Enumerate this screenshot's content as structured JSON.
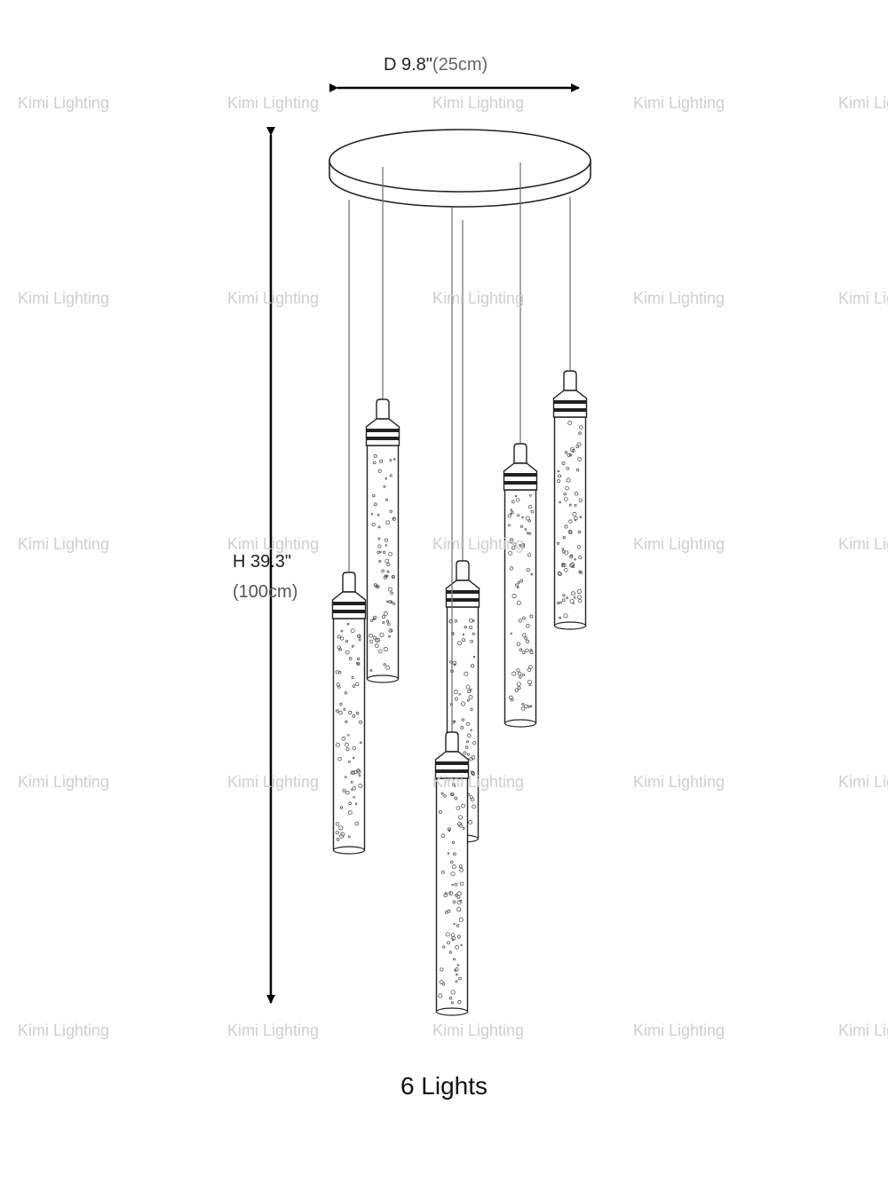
{
  "watermark": "Kimi Lighting",
  "diameter": {
    "label": "D 9.8\"",
    "metric": "(25cm)"
  },
  "height": {
    "label": "H 39.3\"",
    "metric": "(100cm)"
  },
  "caption": "6 Lights"
}
